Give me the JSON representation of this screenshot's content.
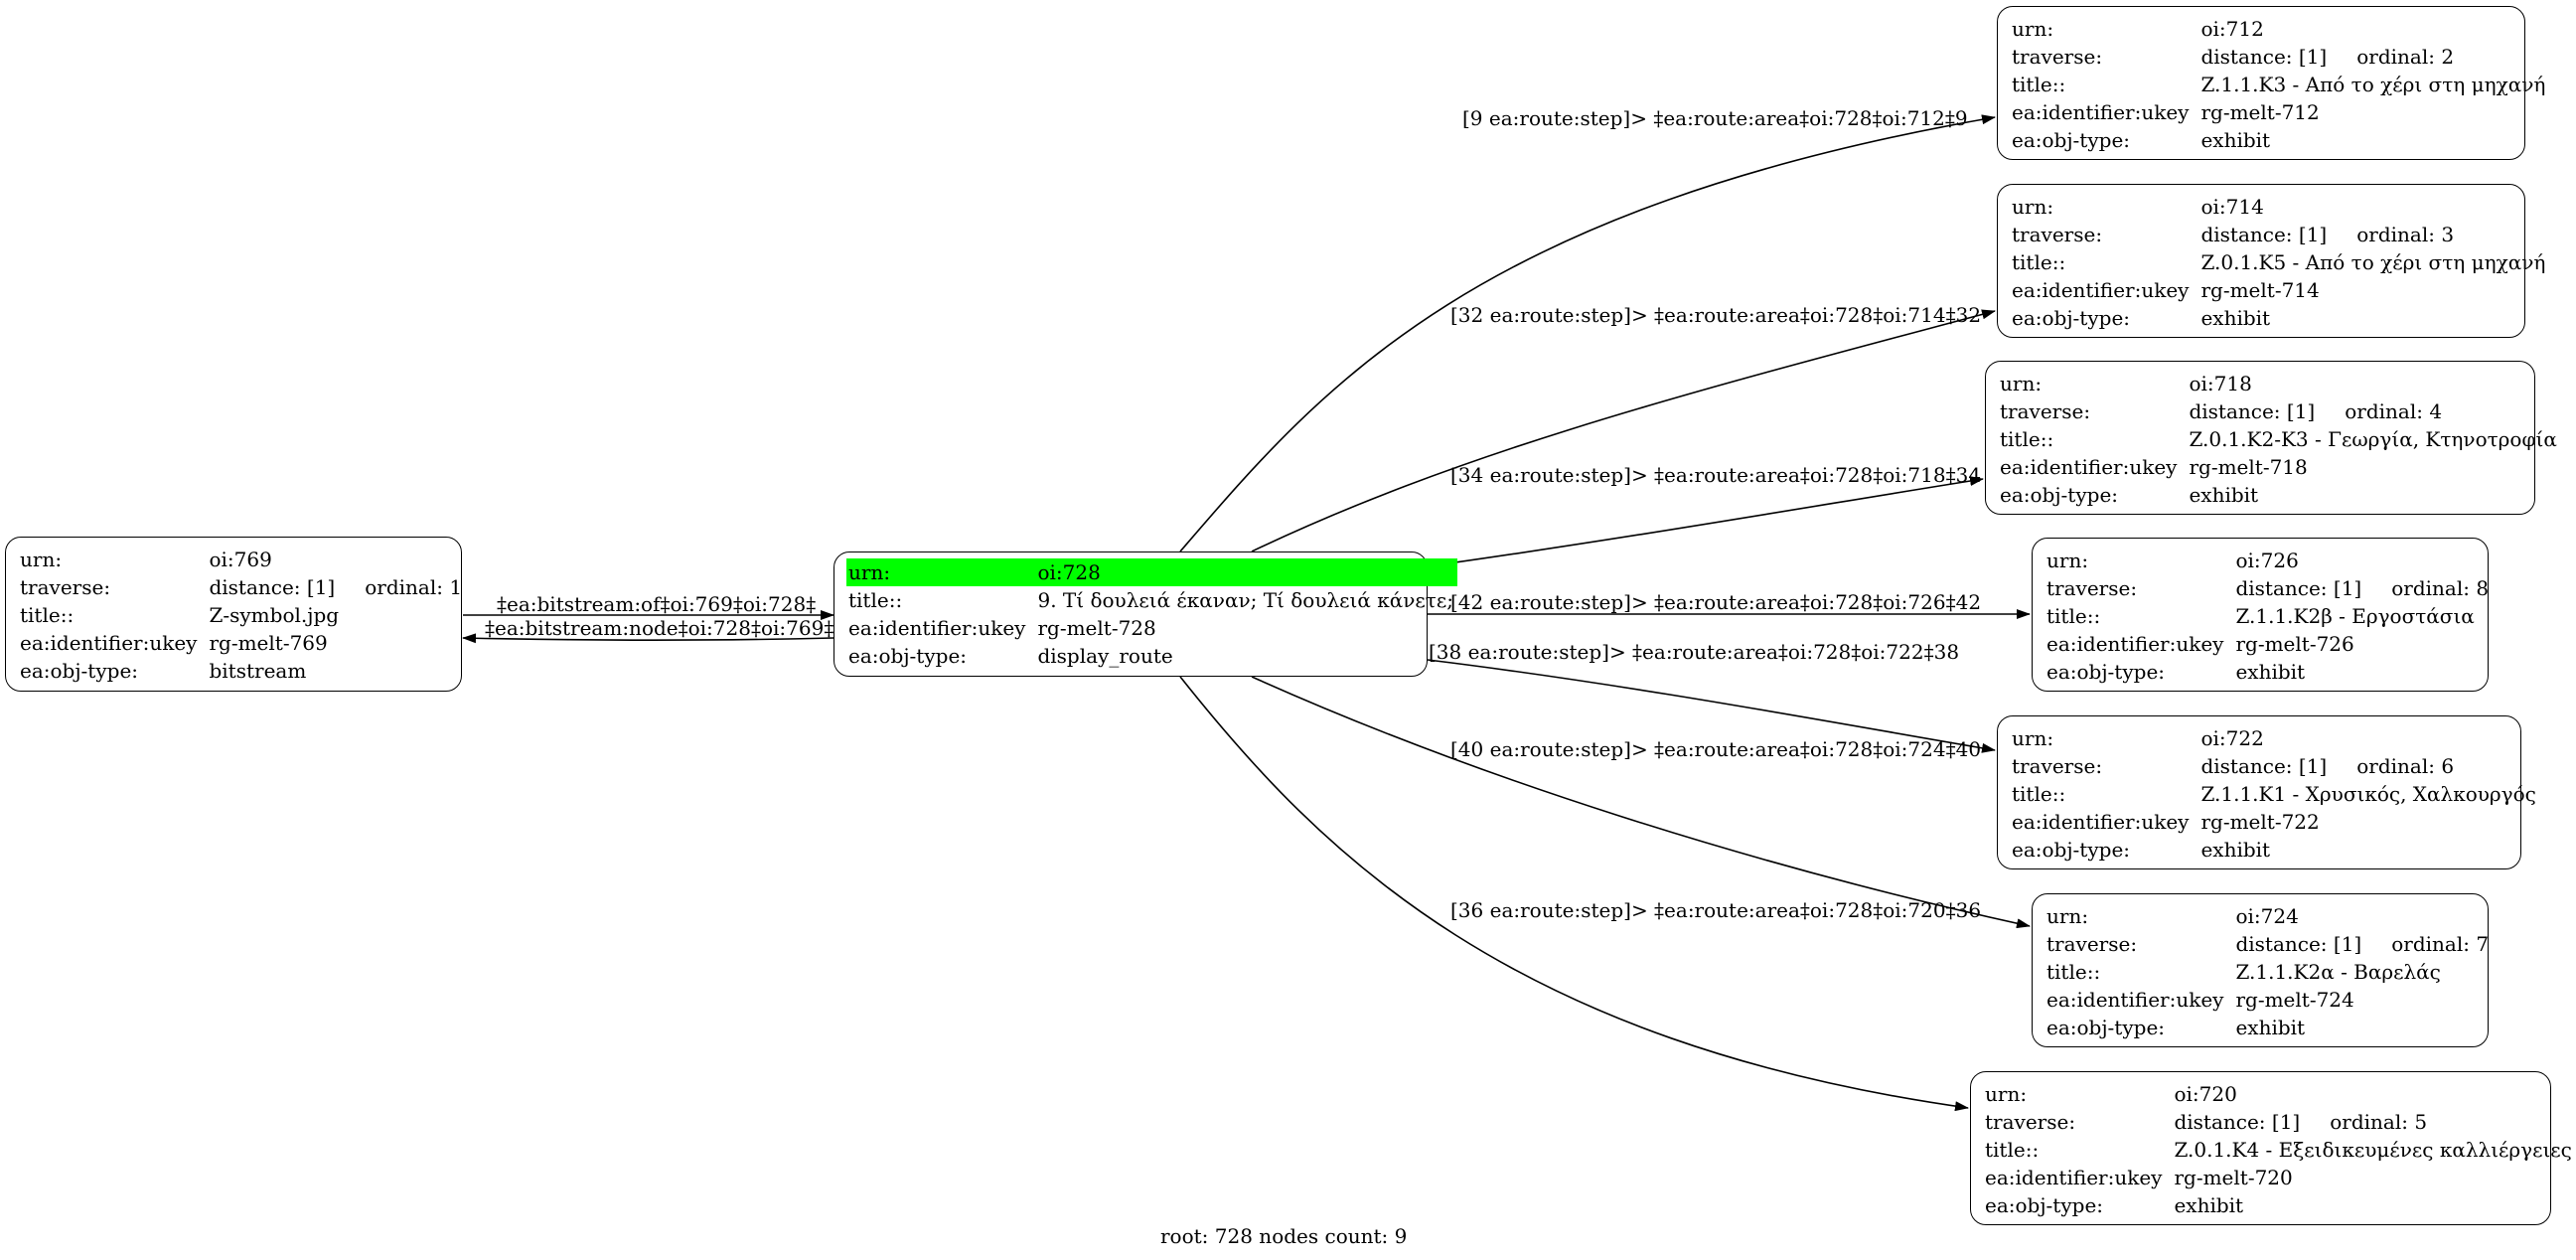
{
  "graph": {
    "root_node": {
      "id": "oi:728",
      "rows": [
        {
          "key": "urn:",
          "value": "oi:728",
          "highlight": true
        },
        {
          "key": "title::",
          "value": "9. Τί δουλειά έκαναν; Τί δουλειά κάνετε;"
        },
        {
          "key": "ea:identifier:ukey",
          "value": "rg-melt-728"
        },
        {
          "key": "ea:obj-type:",
          "value": "display_route"
        }
      ],
      "highlight_color": "#00ff00"
    },
    "nodes": [
      {
        "id": "oi:769",
        "urn": "oi:769",
        "traverse": "distance: [1]",
        "ordinal": "ordinal: 1",
        "title": "Z-symbol.jpg",
        "ukey": "rg-melt-769",
        "obj_type": "bitstream"
      },
      {
        "id": "oi:712",
        "urn": "oi:712",
        "traverse": "distance: [1]",
        "ordinal": "ordinal: 2",
        "title": "Z.1.1.K3 - Από το χέρι στη μηχανή",
        "ukey": "rg-melt-712",
        "obj_type": "exhibit"
      },
      {
        "id": "oi:714",
        "urn": "oi:714",
        "traverse": "distance: [1]",
        "ordinal": "ordinal: 3",
        "title": "Z.0.1.K5 - Από το χέρι στη μηχανή",
        "ukey": "rg-melt-714",
        "obj_type": "exhibit"
      },
      {
        "id": "oi:718",
        "urn": "oi:718",
        "traverse": "distance: [1]",
        "ordinal": "ordinal: 4",
        "title": "Z.0.1.K2-K3 - Γεωργία, Κτηνοτροφία",
        "ukey": "rg-melt-718",
        "obj_type": "exhibit"
      },
      {
        "id": "oi:726",
        "urn": "oi:726",
        "traverse": "distance: [1]",
        "ordinal": "ordinal: 8",
        "title": "Z.1.1.K2β - Εργοστάσια",
        "ukey": "rg-melt-726",
        "obj_type": "exhibit"
      },
      {
        "id": "oi:722",
        "urn": "oi:722",
        "traverse": "distance: [1]",
        "ordinal": "ordinal: 6",
        "title": "Z.1.1.K1 -  Χρυσικός, Χαλκουργός",
        "ukey": "rg-melt-722",
        "obj_type": "exhibit"
      },
      {
        "id": "oi:724",
        "urn": "oi:724",
        "traverse": "distance: [1]",
        "ordinal": "ordinal: 7",
        "title": "Z.1.1.K2α - Βαρελάς",
        "ukey": "rg-melt-724",
        "obj_type": "exhibit"
      },
      {
        "id": "oi:720",
        "urn": "oi:720",
        "traverse": "distance: [1]",
        "ordinal": "ordinal: 5",
        "title": "Z.0.1.K4 - Εξειδικευμένες καλλιέργειες",
        "ukey": "rg-melt-720",
        "obj_type": "exhibit"
      }
    ],
    "row_keys": {
      "urn": "urn:",
      "traverse": "traverse:",
      "title": "title::",
      "ukey": "ea:identifier:ukey",
      "obj_type": "ea:obj-type:"
    },
    "edges": [
      {
        "from": "oi:769",
        "to": "oi:728",
        "label": "‡ea:bitstream:of‡oi:769‡oi:728‡"
      },
      {
        "from": "oi:728",
        "to": "oi:769",
        "label": "‡ea:bitstream:node‡oi:728‡oi:769‡"
      },
      {
        "from": "oi:728",
        "to": "oi:712",
        "label": "[9 ea:route:step]> ‡ea:route:area‡oi:728‡oi:712‡9"
      },
      {
        "from": "oi:728",
        "to": "oi:714",
        "label": "[32 ea:route:step]> ‡ea:route:area‡oi:728‡oi:714‡32"
      },
      {
        "from": "oi:728",
        "to": "oi:718",
        "label": "[34 ea:route:step]> ‡ea:route:area‡oi:728‡oi:718‡34"
      },
      {
        "from": "oi:728",
        "to": "oi:726",
        "label": "[42 ea:route:step]> ‡ea:route:area‡oi:728‡oi:726‡42"
      },
      {
        "from": "oi:728",
        "to": "oi:722",
        "label": "[38 ea:route:step]> ‡ea:route:area‡oi:728‡oi:722‡38"
      },
      {
        "from": "oi:728",
        "to": "oi:724",
        "label": "[40 ea:route:step]> ‡ea:route:area‡oi:728‡oi:724‡40"
      },
      {
        "from": "oi:728",
        "to": "oi:720",
        "label": "[36 ea:route:step]> ‡ea:route:area‡oi:728‡oi:720‡36"
      }
    ],
    "footer": "root: 728 nodes count: 9"
  }
}
